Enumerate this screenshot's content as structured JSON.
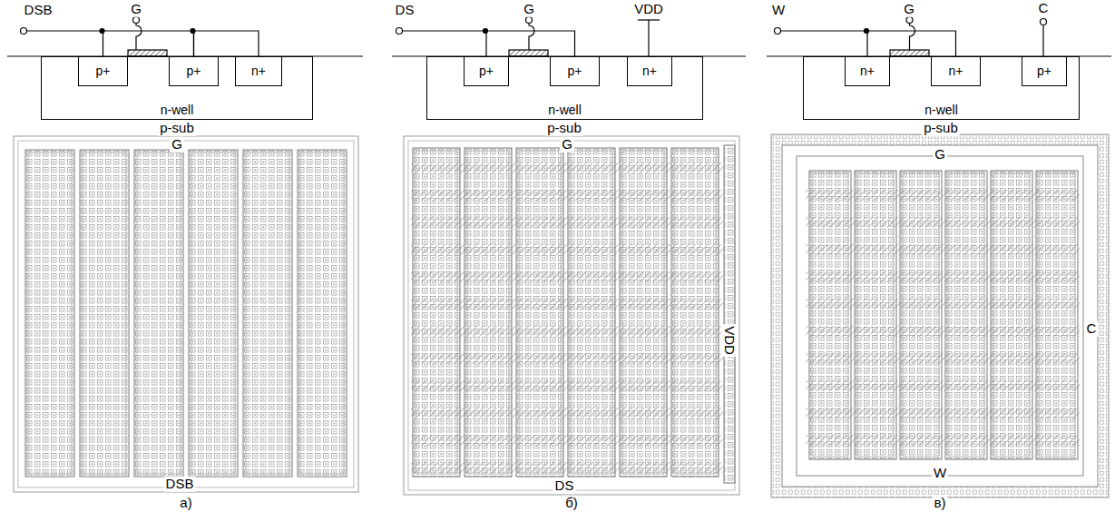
{
  "diagram": {
    "nodes": [
      {
        "text": [
          "n-well"
        ]
      },
      {
        "text": [
          "p+"
        ],
        "in": 0
      },
      {
        "text": [
          "p+"
        ],
        "in": 0
      },
      {
        "text": [
          "n+"
        ],
        "in": 0
      },
      {
        "text": [
          "n-well"
        ]
      },
      {
        "text": [
          "p+"
        ],
        "in": 4
      },
      {
        "text": [
          "p+"
        ],
        "in": 4
      },
      {
        "text": [
          "n+"
        ],
        "in": 4
      },
      {
        "text": [
          "n-well"
        ]
      },
      {
        "text": [
          "n+"
        ],
        "in": 8
      },
      {
        "text": [
          "n+"
        ],
        "in": 8
      },
      {
        "text": [
          "p+"
        ],
        "in": 8
      }
    ],
    "edges": [
      {
        "from": 1,
        "to": 2,
        "arrow": "none"
      },
      {
        "from": 2,
        "to": 3,
        "arrow": "none"
      },
      {
        "from": 5,
        "to": 6,
        "arrow": "none"
      },
      {
        "from": 9,
        "to": 10,
        "arrow": "none"
      }
    ],
    "labels": [
      "DSB",
      "G",
      "p-sub",
      "G",
      "DSB",
      "а)",
      "DS",
      "G",
      "VDD",
      "p-sub",
      "G",
      "VDD",
      "DS",
      "б)",
      "W",
      "G",
      "C",
      "p-sub",
      "G",
      "C",
      "W",
      "в)"
    ]
  }
}
